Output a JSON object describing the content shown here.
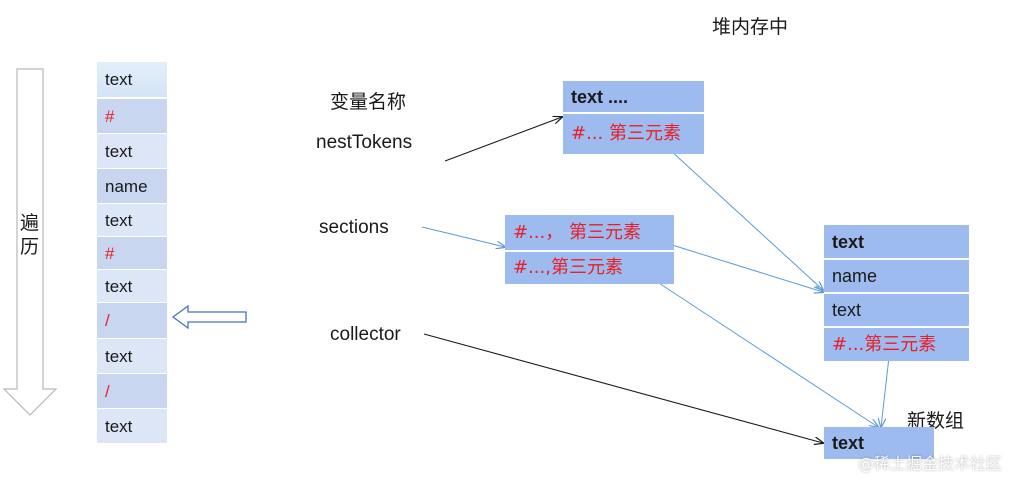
{
  "heap_title": "堆内存中",
  "traverse_label": "遍历",
  "var_title": "变量名称",
  "variables": {
    "nestTokens": "nestTokens",
    "sections": "sections",
    "collector": "collector"
  },
  "token_list": [
    {
      "text": "text",
      "red": false
    },
    {
      "text": "#",
      "red": true
    },
    {
      "text": "text",
      "red": false
    },
    {
      "text": "name",
      "red": false
    },
    {
      "text": "text",
      "red": false
    },
    {
      "text": "#",
      "red": true
    },
    {
      "text": "text",
      "red": false
    },
    {
      "text": "/",
      "red": true
    },
    {
      "text": "text",
      "red": false
    },
    {
      "text": "/",
      "red": true
    },
    {
      "text": "text",
      "red": false
    }
  ],
  "heap": {
    "top_array": [
      "text ....",
      "#... 第三元素"
    ],
    "sections_array": [
      "#...， 第三元素",
      "#...,第三元素"
    ],
    "nested_array": [
      "text",
      "name",
      "text",
      "#...第三元素"
    ],
    "new_array_label": "新数组",
    "new_array": [
      "text"
    ]
  },
  "colors": {
    "cell_blue": "#9dbbee",
    "cell_light": "#dce6f6",
    "cell_mid": "#c8d6ef",
    "text_red": "#e8202a",
    "arrow_blue": "#5b9bd5",
    "arrow_black": "#1a1a1a"
  },
  "watermark": "@稀土掘金技术社区"
}
